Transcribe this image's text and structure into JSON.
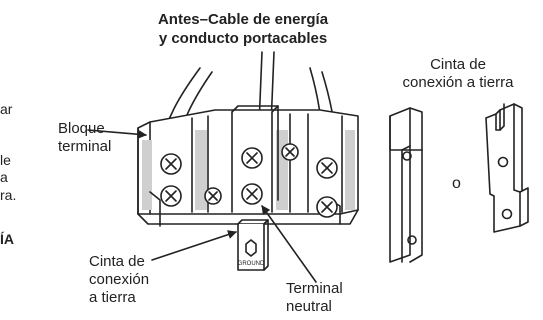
{
  "title": {
    "line1": "Antes–Cable de energía",
    "line2": "y conducto portacables"
  },
  "label_ground_strip_top": {
    "line1": "Cinta de",
    "line2": "conexión a tierra"
  },
  "label_terminal_block": {
    "line1": "Bloque",
    "line2": "terminal"
  },
  "label_ground_strip_bottom": {
    "line1": "Cinta de",
    "line2": "conexión",
    "line3": "a tierra"
  },
  "label_neutral_terminal": {
    "line1": "Terminal",
    "line2": "neutral"
  },
  "label_or": "o",
  "ground_tag": "GROUND",
  "left_margin_fragments": {
    "f1": "ar",
    "f2": "le",
    "f3": "a",
    "f4": "ra.",
    "f5": "ÍA"
  },
  "colors": {
    "ink": "#222222",
    "shading": "#cfcfcf",
    "fill": "#ffffff"
  }
}
